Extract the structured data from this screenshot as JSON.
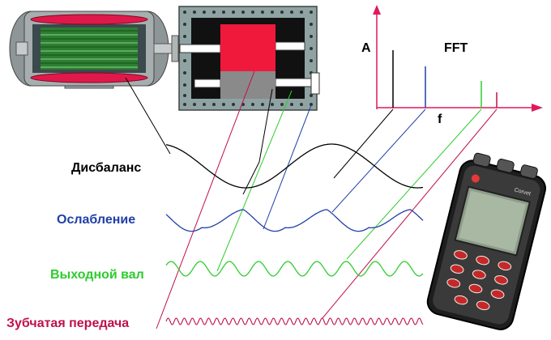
{
  "spectrum": {
    "y_label": "A",
    "x_label": "f",
    "title": "FFT"
  },
  "signals": [
    {
      "label": "Дисбаланс",
      "color": "#000000"
    },
    {
      "label": "Ослабление",
      "color": "#1f3fa8"
    },
    {
      "label": "Выходной вал",
      "color": "#2ecc2e"
    },
    {
      "label": "Зубчатая передача",
      "color": "#c0104a"
    }
  ],
  "device": {
    "brand": "Corvet"
  },
  "colors": {
    "axis": "#e0195a",
    "motor_coil": "#2e7d32",
    "motor_pads": "#e0194b",
    "gearbox_body": "#8fa3a3",
    "gearbox_red": "#f0193c"
  }
}
